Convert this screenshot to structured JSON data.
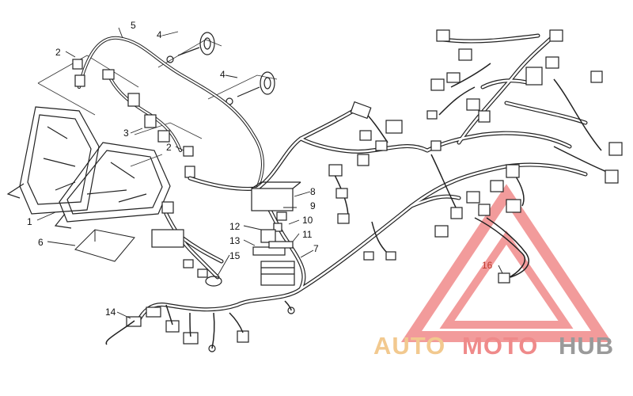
{
  "callouts": {
    "c1": "1",
    "c2a": "2",
    "c2b": "2",
    "c3": "3",
    "c4a": "4",
    "c4b": "4",
    "c5": "5",
    "c6": "6",
    "c7": "7",
    "c8": "8",
    "c9": "9",
    "c10": "10",
    "c11": "11",
    "c12": "12",
    "c13": "13",
    "c14": "14",
    "c15": "15",
    "c16": "16"
  },
  "watermark": {
    "part1": "AUTO",
    "part2": "MOTO",
    "part3": "HUB",
    "colors": {
      "auto": "#f2c98f",
      "moto": "#ef8a8a",
      "hub": "#9a9a9a",
      "triangle": "#f08a8a"
    }
  }
}
